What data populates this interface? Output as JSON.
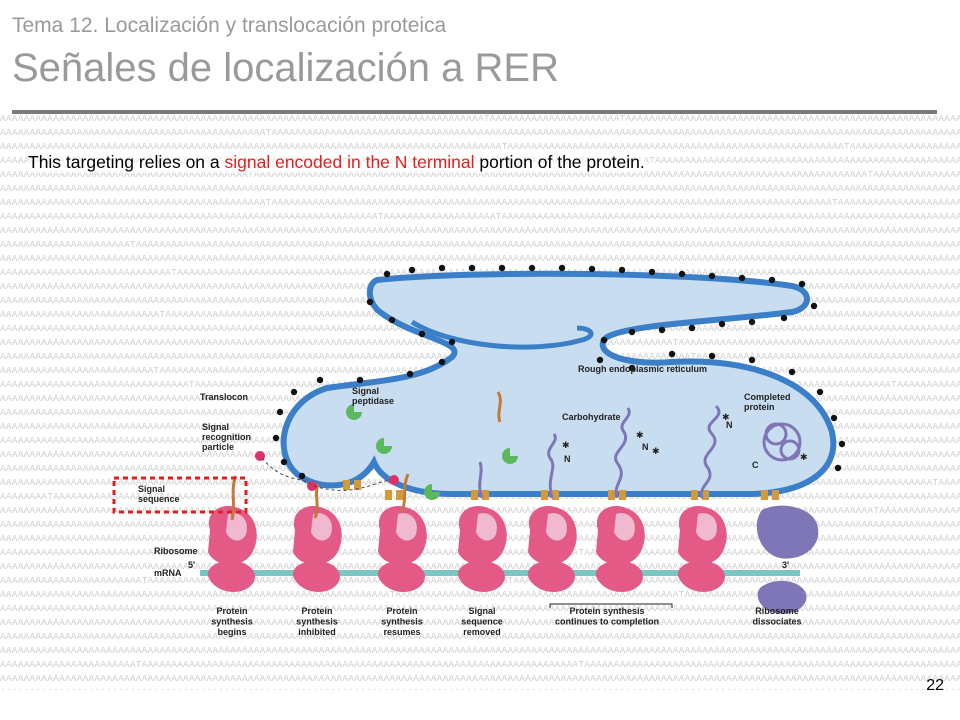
{
  "header": {
    "subtitle": "Tema 12. Localización y translocación proteica",
    "title": "Señales de localización a RER"
  },
  "caption": {
    "part1": "This targeting relies on a ",
    "highlight": "signal encoded in the N terminal",
    "part2": " portion of the protein."
  },
  "diagram": {
    "labels": {
      "rough_er": "Rough endoplasmic reticulum",
      "translocon": "Translocon",
      "signal_peptidase": [
        "Signal",
        "peptidase"
      ],
      "srp": [
        "Signal",
        "recognition",
        "particle"
      ],
      "signal_sequence": [
        "Signal",
        "sequence"
      ],
      "carbohydrate": "Carbohydrate",
      "completed_protein": [
        "Completed",
        "protein"
      ],
      "ribosome": "Ribosome",
      "mrna": "mRNA",
      "five_prime": "5'",
      "three_prime": "3'",
      "n_terminus": "N",
      "c_terminus": "C"
    },
    "steps": [
      [
        "Protein",
        "synthesis",
        "begins"
      ],
      [
        "Protein",
        "synthesis",
        "inhibited"
      ],
      [
        "Protein",
        "synthesis",
        "resumes"
      ],
      [
        "Signal",
        "sequence",
        "removed"
      ],
      [
        "Protein synthesis",
        "continues to completion"
      ],
      [
        "Ribosome",
        "dissociates"
      ]
    ],
    "colors": {
      "er_membrane": "#3a7fc8",
      "er_lumen": "#c9ddf1",
      "ribosome_large": "#e35a86",
      "ribosome_small": "#f1b9cf",
      "ribosome_detached": "#7e76b6",
      "mrna": "#7bc6c0",
      "highlight_box": "#e01e1e"
    }
  },
  "page_number": "22"
}
